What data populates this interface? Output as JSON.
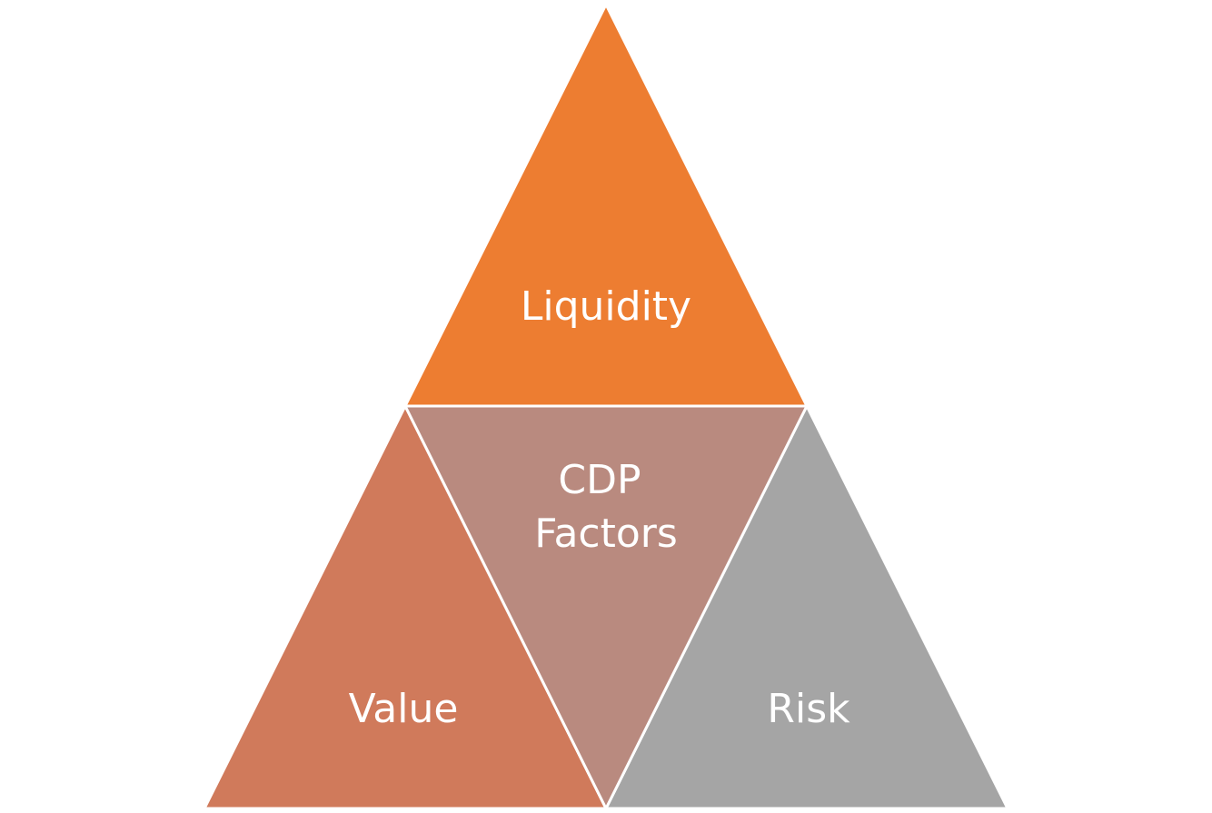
{
  "diagram": {
    "segments": {
      "top": {
        "label": "Liquidity",
        "color": "#ED7D31"
      },
      "left": {
        "label": "Value",
        "color": "#D07A5B"
      },
      "center": {
        "label_line1": "CDP",
        "label_line2": "Factors",
        "color": "#B98A7F"
      },
      "right": {
        "label": "Risk",
        "color": "#A5A5A5"
      }
    }
  }
}
